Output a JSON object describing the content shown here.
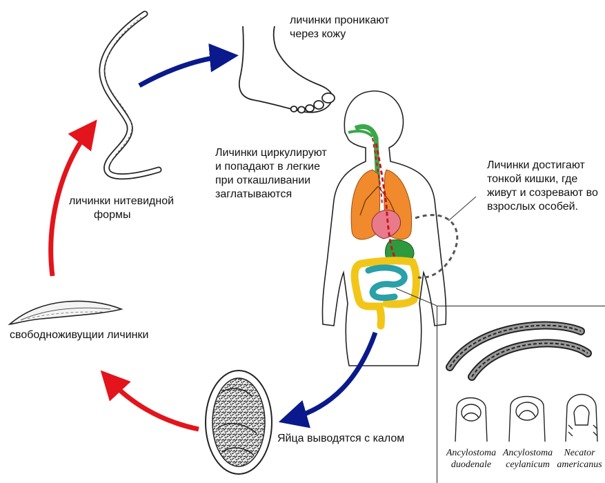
{
  "labels": {
    "skin_penetration": [
      "личинки проникают",
      "через кожу"
    ],
    "circulation": [
      "Личинки циркулируют",
      "и попадают в легкие",
      "при откашливании",
      "заглатываются"
    ],
    "small_intestine": [
      "Личинки достигают",
      "тонкой кишки, где",
      "живут и созревают во",
      "взрослых особей."
    ],
    "filariform": [
      "личинки нитевидной",
      "формы"
    ],
    "free_living": "свободноживущии личинки",
    "eggs": "Яйца выводятся с калом"
  },
  "species": [
    {
      "genus": "Ancylostoma",
      "epithet": "duodenale"
    },
    {
      "genus": "Ancylostoma",
      "epithet": "ceylanicum"
    },
    {
      "genus": "Necator",
      "epithet": "americanus"
    }
  ],
  "colors": {
    "arrow_blue": "#0a1a8c",
    "arrow_red": "#e3141b",
    "lungs": "#f08a2c",
    "heart": "#e87a8a",
    "stomach": "#2e9a3e",
    "small_intestine": "#2aa0a8",
    "large_intestine": "#f2c619",
    "airway": "#3aa84a",
    "circulation_path": "#cc1122"
  }
}
